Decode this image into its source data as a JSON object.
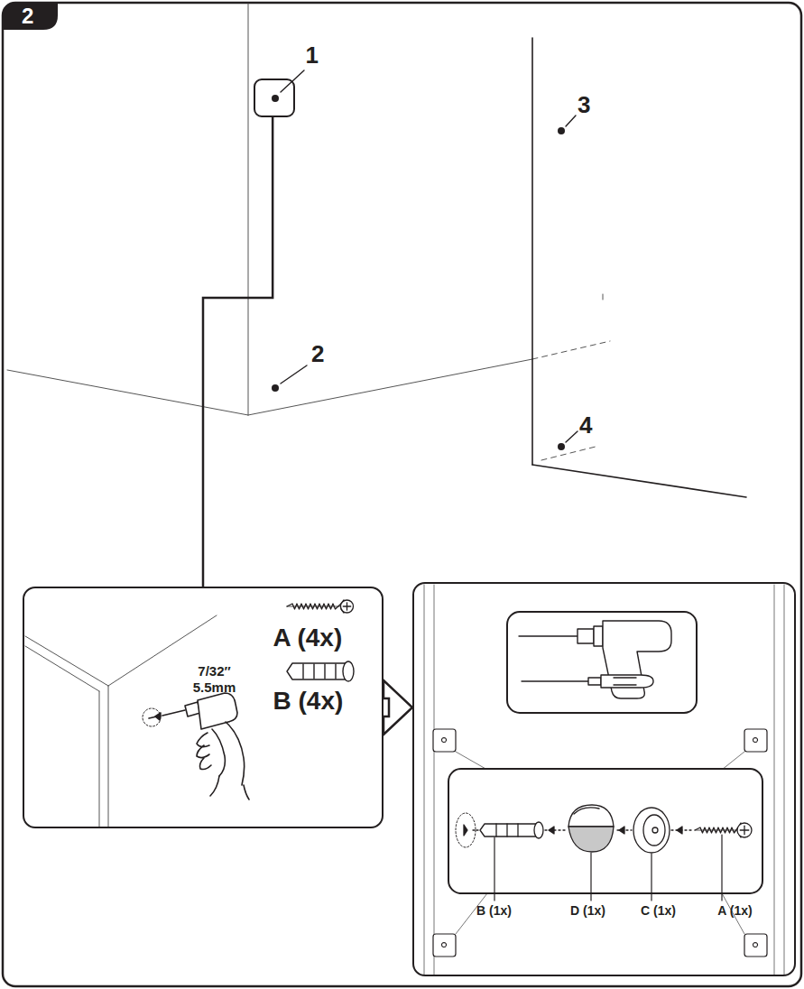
{
  "diagram": {
    "nodes": [
      {
        "text": [
          "1"
        ]
      },
      {
        "text": [
          "A (4x)",
          "B (4x)",
          "7/32″",
          "5.5mm"
        ]
      },
      {
        "text": [
          "B (1x)",
          "D (1x)",
          "C (1x)",
          "A (1x)"
        ]
      }
    ],
    "edges": [
      {
        "from": 0,
        "to": 1,
        "arrow": "none"
      },
      {
        "from": 1,
        "to": 2,
        "arrow": "to"
      }
    ],
    "labels": [
      "2",
      "2",
      "3",
      "4"
    ]
  }
}
